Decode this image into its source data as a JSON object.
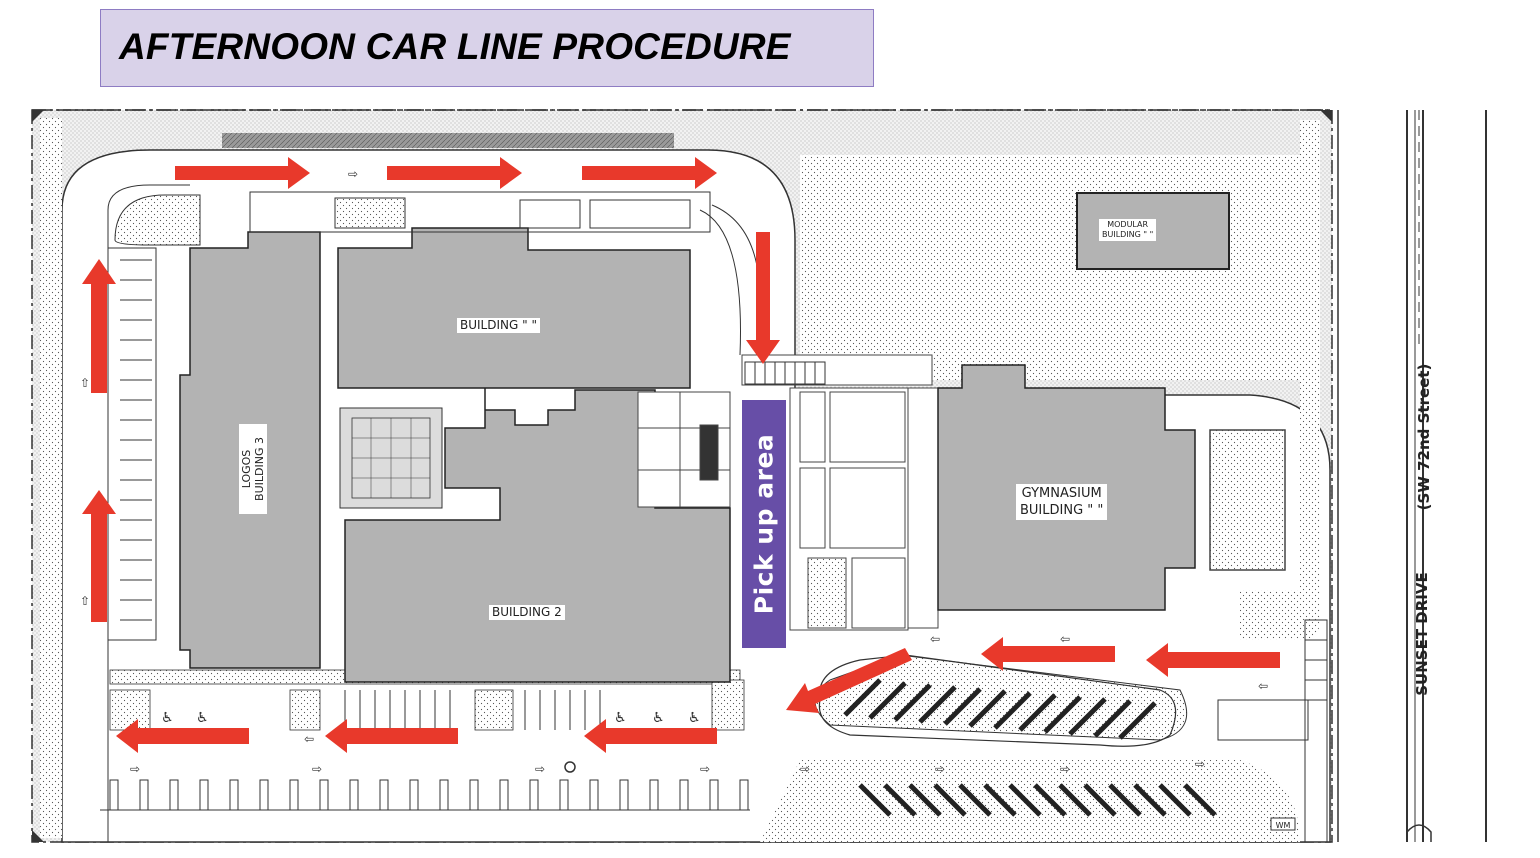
{
  "title": "AFTERNOON CAR LINE PROCEDURE",
  "buildings": {
    "building_1": "BUILDING \"  \"",
    "building_2": "BUILDING 2",
    "logos_line1": "LOGOS",
    "logos_line2": "BUILDING 3",
    "gym_line1": "GYMNASIUM",
    "gym_line2": "BUILDING \"  \"",
    "modular_line1": "MODULAR",
    "modular_line2": "BUILDING \"  \""
  },
  "pickup_area": "Pick up area",
  "streets": {
    "sw72": "(SW 72nd Street)",
    "sunset": "SUNSET DRIVE"
  },
  "marker_wm": "WM",
  "colors": {
    "title_bg": "#d9d2e9",
    "title_border": "#8e7cc3",
    "arrow": "#e8392b",
    "pickup": "#674ea7",
    "building": "#b3b3b3"
  },
  "arrow_directions": [
    "east",
    "east",
    "east",
    "south",
    "west",
    "west",
    "southwest",
    "west",
    "west",
    "west",
    "north",
    "north"
  ]
}
